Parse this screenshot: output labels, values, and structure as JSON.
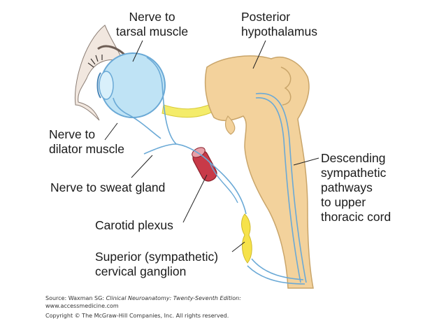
{
  "labels": {
    "nerve_to_tarsal_muscle": [
      "Nerve to",
      "tarsal muscle"
    ],
    "posterior_hypothalamus": [
      "Posterior",
      "hypothalamus"
    ],
    "nerve_to_dilator_muscle": [
      "Nerve to",
      "dilator muscle"
    ],
    "descending_pathways": [
      "Descending",
      "sympathetic",
      "pathways",
      "to upper",
      "thoracic cord"
    ],
    "nerve_to_sweat_gland": "Nerve to sweat gland",
    "carotid_plexus": "Carotid plexus",
    "superior_cervical_ganglion": [
      "Superior (sympathetic)",
      "cervical ganglion"
    ]
  },
  "source": {
    "prefix": "Source: Waxman SG: ",
    "book": "Clinical Neuroanatomy: Twenty-Seventh Edition:",
    "website": "www.accessmedicine.com",
    "copyright": "Copyright © The McGraw-Hill Companies, Inc. All rights reserved."
  },
  "colors": {
    "brain": "#f3d29c",
    "brain_outline": "#c9a56a",
    "eye": "#bfe3f5",
    "nerve": "#6aa9d6",
    "optic_nerve": "#f4ec6a",
    "carotid": "#c83a48",
    "ganglion": "#f6e24a",
    "skin": "#f1e7df"
  }
}
